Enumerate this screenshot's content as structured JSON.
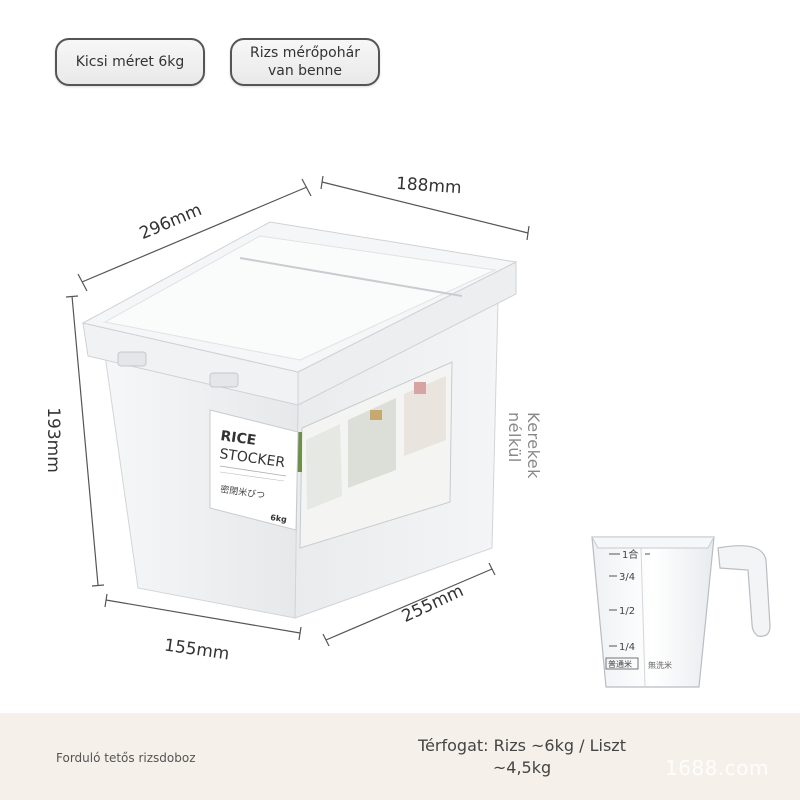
{
  "tags": {
    "size_label": "Kicsi méret 6kg",
    "cup_label_line1": "Rizs mérőpohár",
    "cup_label_line2": "van benne"
  },
  "dimensions": {
    "depth": "296mm",
    "width_top": "188mm",
    "height": "193mm",
    "front_width": "155mm",
    "side_length": "255mm"
  },
  "side_note_line1": "Kerekek",
  "side_note_line2": "nélkül",
  "box_label": {
    "brand_line1": "RICE",
    "brand_line2": "STOCKER",
    "japanese": "密閉米びつ",
    "capacity": "6kg"
  },
  "measuring_cup": {
    "marks": [
      "1合",
      "3/4",
      "1/2",
      "1/4"
    ],
    "labels": [
      "普通米",
      "無洗米"
    ]
  },
  "footer": {
    "product_name": "Forduló tetős rizsdoboz",
    "capacity_line1": "Térfogat: Rizs ~6kg / Liszt",
    "capacity_line2": "~4,5kg",
    "watermark": "1688.com"
  },
  "colors": {
    "footer_bg": "#f5f0ea",
    "box_body": "#eceeef",
    "lid": "#f3f4f5"
  }
}
